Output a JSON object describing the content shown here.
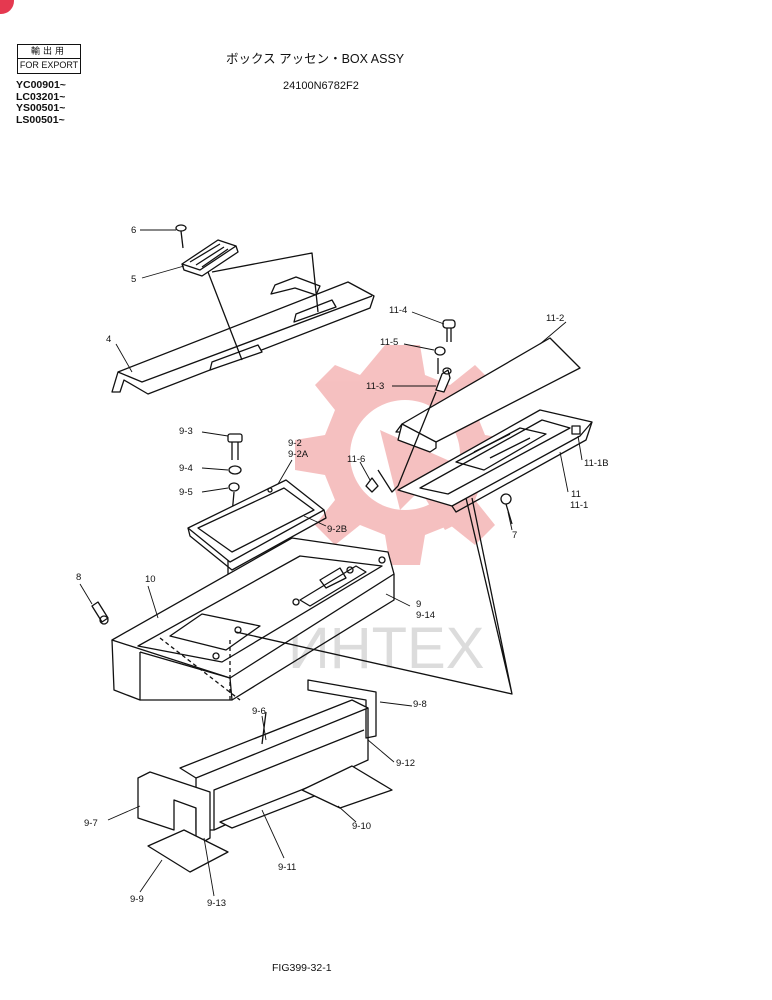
{
  "stamp": {
    "jp": "輸出用",
    "en": "FOR EXPORT"
  },
  "serials": [
    "YC00901~",
    "LC03201~",
    "YS00501~",
    "LS00501~"
  ],
  "title": "ボックス アッセン・BOX ASSY",
  "part_number": "24100N6782F2",
  "figure": "FIG399-32-1",
  "watermark": "ИНТЕХ",
  "colors": {
    "ink": "#111111",
    "watermark": "#f4b6b6",
    "badge": "#e53950"
  },
  "labels": {
    "p6": "6",
    "p5": "5",
    "p4": "4",
    "p11_4": "11-4",
    "p11_2": "11-2",
    "p11_5": "11-5",
    "p11_3": "11-3",
    "p9_3": "9-3",
    "p9_2": "9-2",
    "p9_2a": "9-2A",
    "p9_4": "9-4",
    "p11_6": "11-6",
    "p11_1b": "11-1B",
    "p9_5": "9-5",
    "p11": "11",
    "p11_1": "11-1",
    "p9_2b": "9-2B",
    "p7": "7",
    "p8": "8",
    "p10": "10",
    "p9": "9",
    "p9_14": "9-14",
    "p9_8": "9-8",
    "p9_6": "9-6",
    "p9_12": "9-12",
    "p9_7": "9-7",
    "p9_10": "9-10",
    "p9_11": "9-11",
    "p9_9": "9-9",
    "p9_13": "9-13"
  }
}
